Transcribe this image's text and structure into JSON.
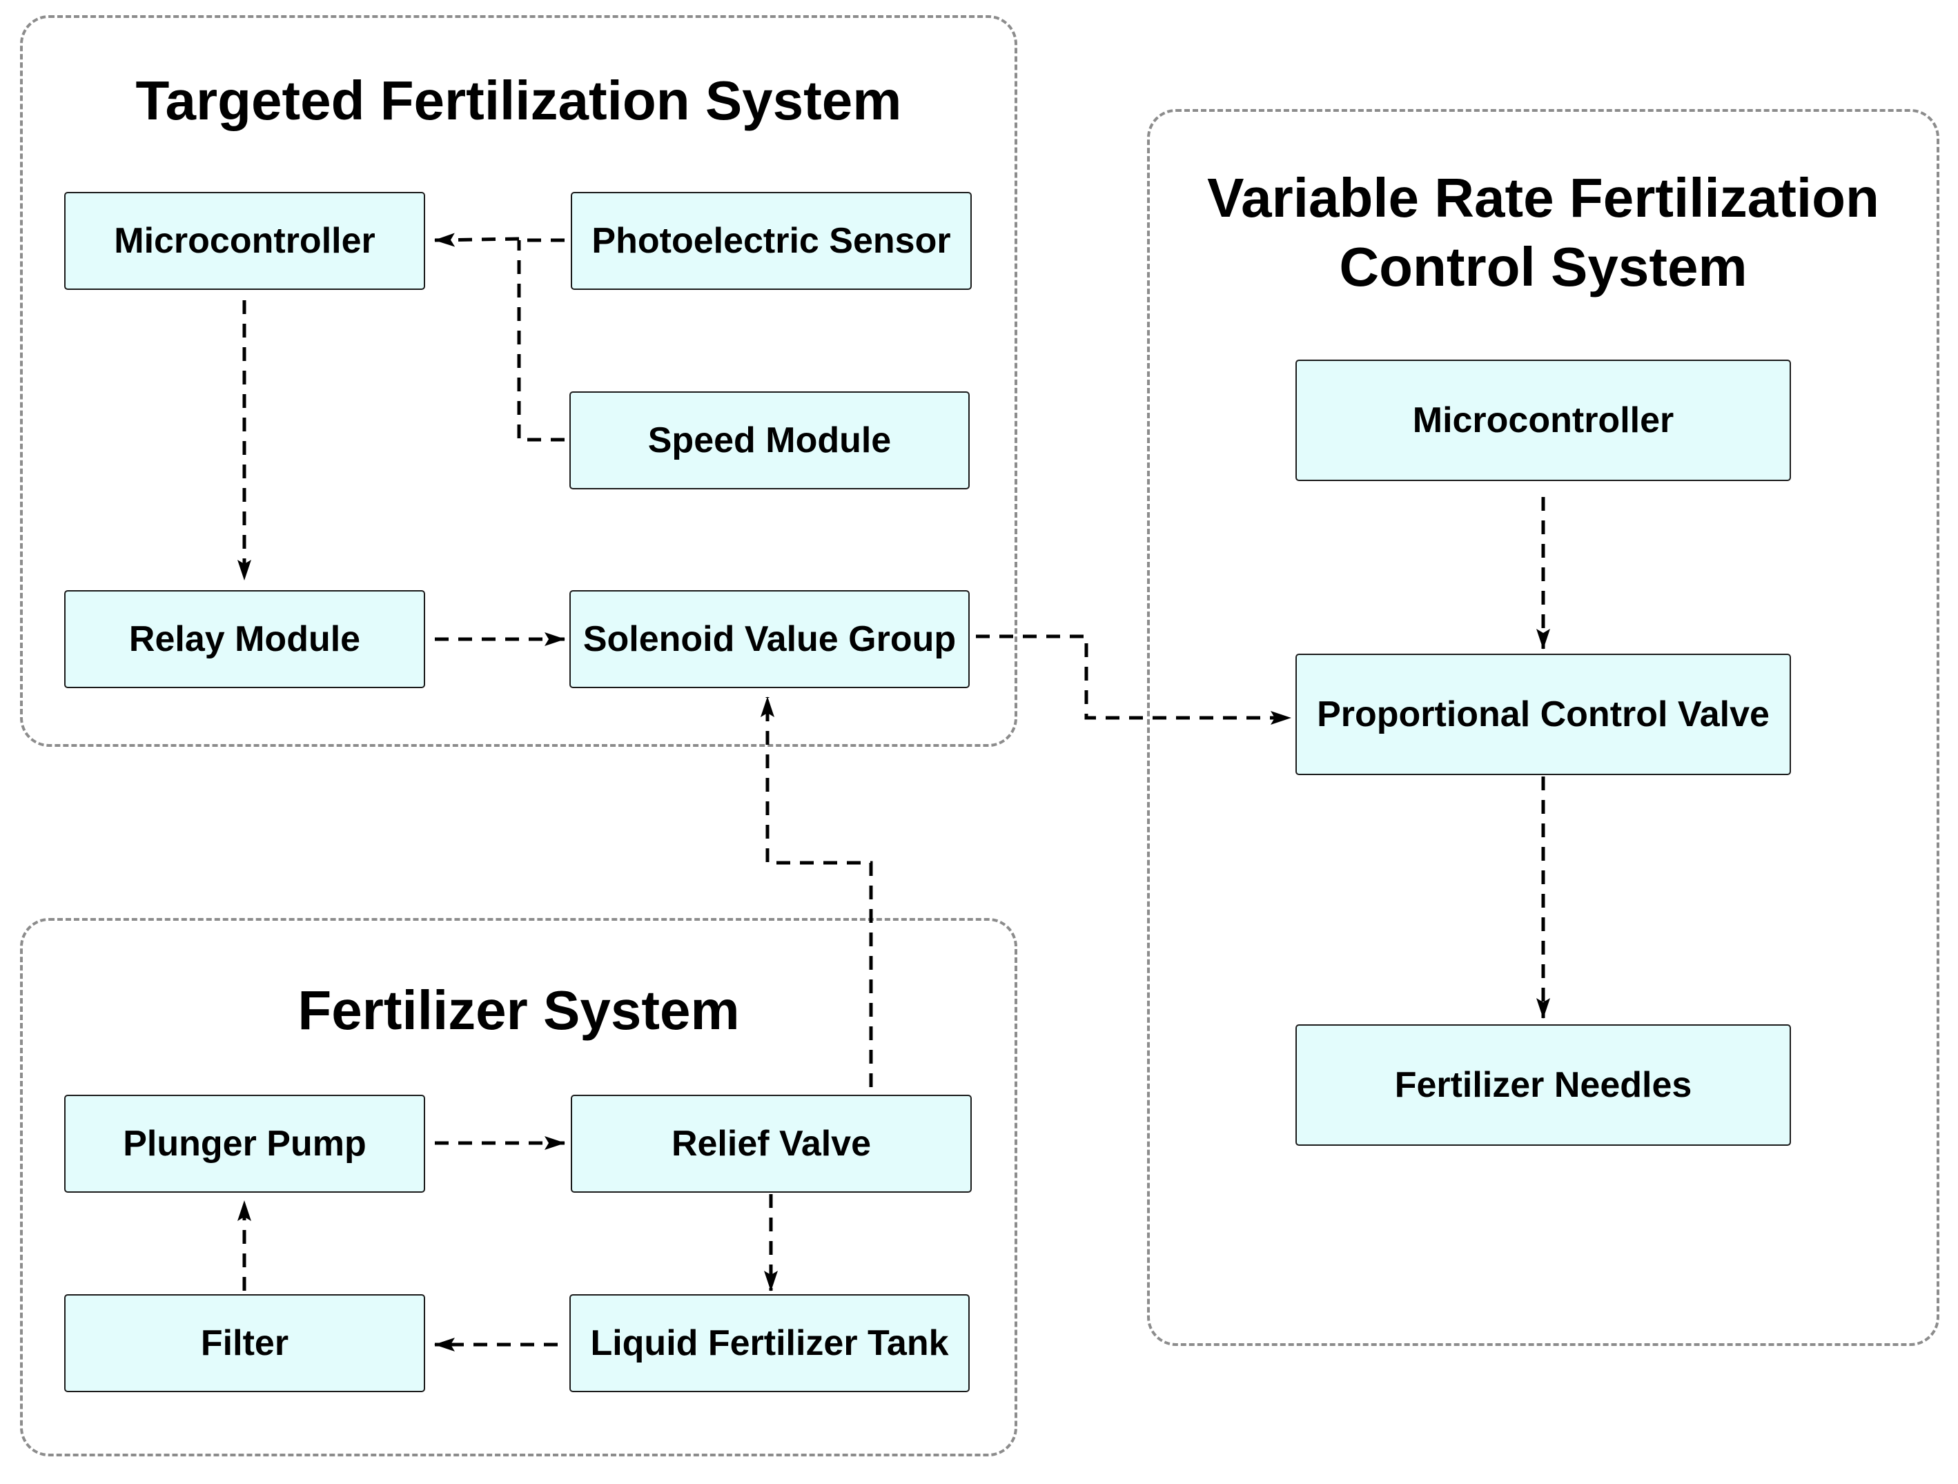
{
  "groups": {
    "targeted": {
      "title": "Targeted  Fertilization  System"
    },
    "fertilizer": {
      "title": "Fertilizer  System"
    },
    "variable": {
      "title": "Variable Rate Fertilization\nControl System"
    }
  },
  "nodes": {
    "microcontroller_a": "Microcontroller",
    "photoelectric_sensor": "Photoelectric Sensor",
    "speed_module": "Speed  Module",
    "relay_module": "Relay  Module",
    "solenoid_value_group": "Solenoid Value Group",
    "plunger_pump": "Plunger  Pump",
    "relief_valve": "Relief  Valve",
    "filter": "Filter",
    "liquid_fertilizer_tank": "Liquid Fertilizer Tank",
    "microcontroller_b": "Microcontroller",
    "proportional_control_valve": "Proportional Control Valve",
    "fertilizer_needles": "Fertilizer Needles"
  },
  "style": {
    "node_fill": "#e3fcfc",
    "node_border": "#1a1a1a",
    "group_border": "#8c8c8c",
    "connector_color": "#000000"
  }
}
